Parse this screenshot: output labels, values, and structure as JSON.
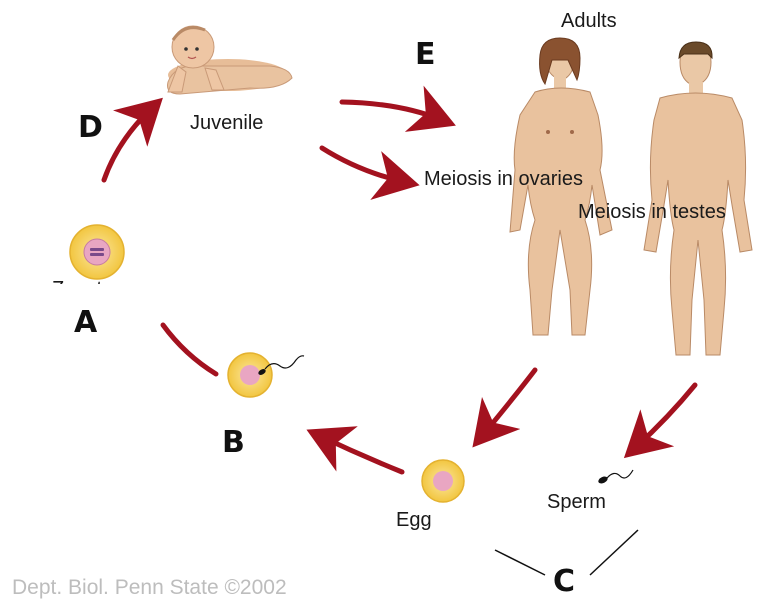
{
  "labels": {
    "adults": "Adults",
    "juvenile": "Juvenile",
    "meiosis_ovaries": "Meiosis in ovaries",
    "meiosis_testes": "Meiosis in testes",
    "egg": "Egg",
    "sperm": "Sperm",
    "zygote_partial": "Zygote"
  },
  "letters": {
    "a": "A",
    "b": "B",
    "c": "C",
    "d": "D",
    "e": "E"
  },
  "credit": "Dept. Biol. Penn State ©2002",
  "colors": {
    "arrow": "#a3121f",
    "cell_outer": "#f5cf55",
    "cell_inner": "#e9a6c2",
    "skin": "#e8bf9c",
    "credit": "#bdbdbd"
  }
}
